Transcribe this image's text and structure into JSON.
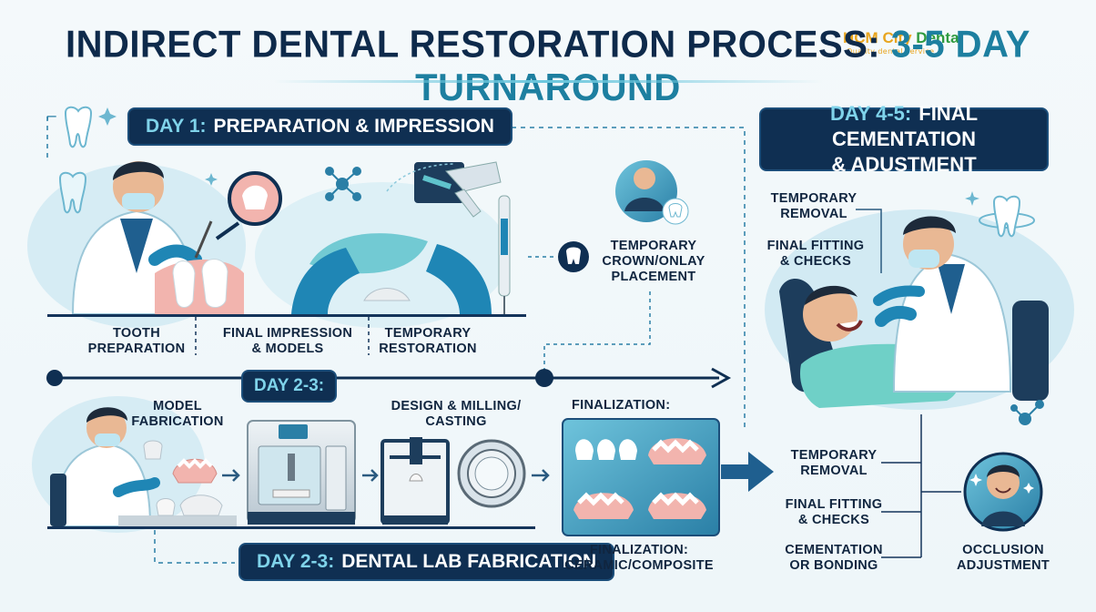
{
  "title": {
    "main": "INDIRECT DENTAL RESTORATION PROCESS:",
    "accent": "3-5 DAY TURNAROUND"
  },
  "logo": {
    "name_part1": "HCM City",
    "name_part2": "Dental",
    "tagline": "Quality dental service"
  },
  "day1": {
    "pill_prefix": "DAY 1:",
    "pill_text": "PREPARATION & IMPRESSION",
    "steps": [
      "TOOTH\nPREPARATION",
      "FINAL IMPRESSION\n& MODELS",
      "TEMPORARY\nRESTORATION"
    ],
    "side_note": "TEMPORARY\nCROWN/ONLAY\nPLACEMENT"
  },
  "day23": {
    "pill_top": "DAY 2-3:",
    "pill_bottom_prefix": "DAY 2-3:",
    "pill_bottom_text": "DENTAL LAB FABRICATION",
    "steps": [
      "MODEL\nFABRICATION",
      "DESIGN & MILLING/\nCASTING",
      "FINALIZATION:"
    ],
    "finalization_caption": "FINALIZATION:\nCERAMIC/COMPOSITE"
  },
  "day45": {
    "pill_line1_prefix": "DAY 4-5:",
    "pill_line1_text": "FINAL CEMENTATION",
    "pill_line2": "& ADUSTMENT",
    "top_steps": [
      "TEMPORARY\nREMOVAL",
      "FINAL FITTING\n& CHECKS"
    ],
    "bottom_steps": [
      "TEMPORARY\nREMOVAL",
      "FINAL FITTING\n& CHECKS",
      "CEMENTATION\nOR BONDING"
    ],
    "occlusion": "OCCLUSION\nADJUSTMENT"
  },
  "colors": {
    "navy": "#0f2f52",
    "accent": "#1d7fa0",
    "glove": "#1f86b5",
    "light": "#d9eef6"
  }
}
